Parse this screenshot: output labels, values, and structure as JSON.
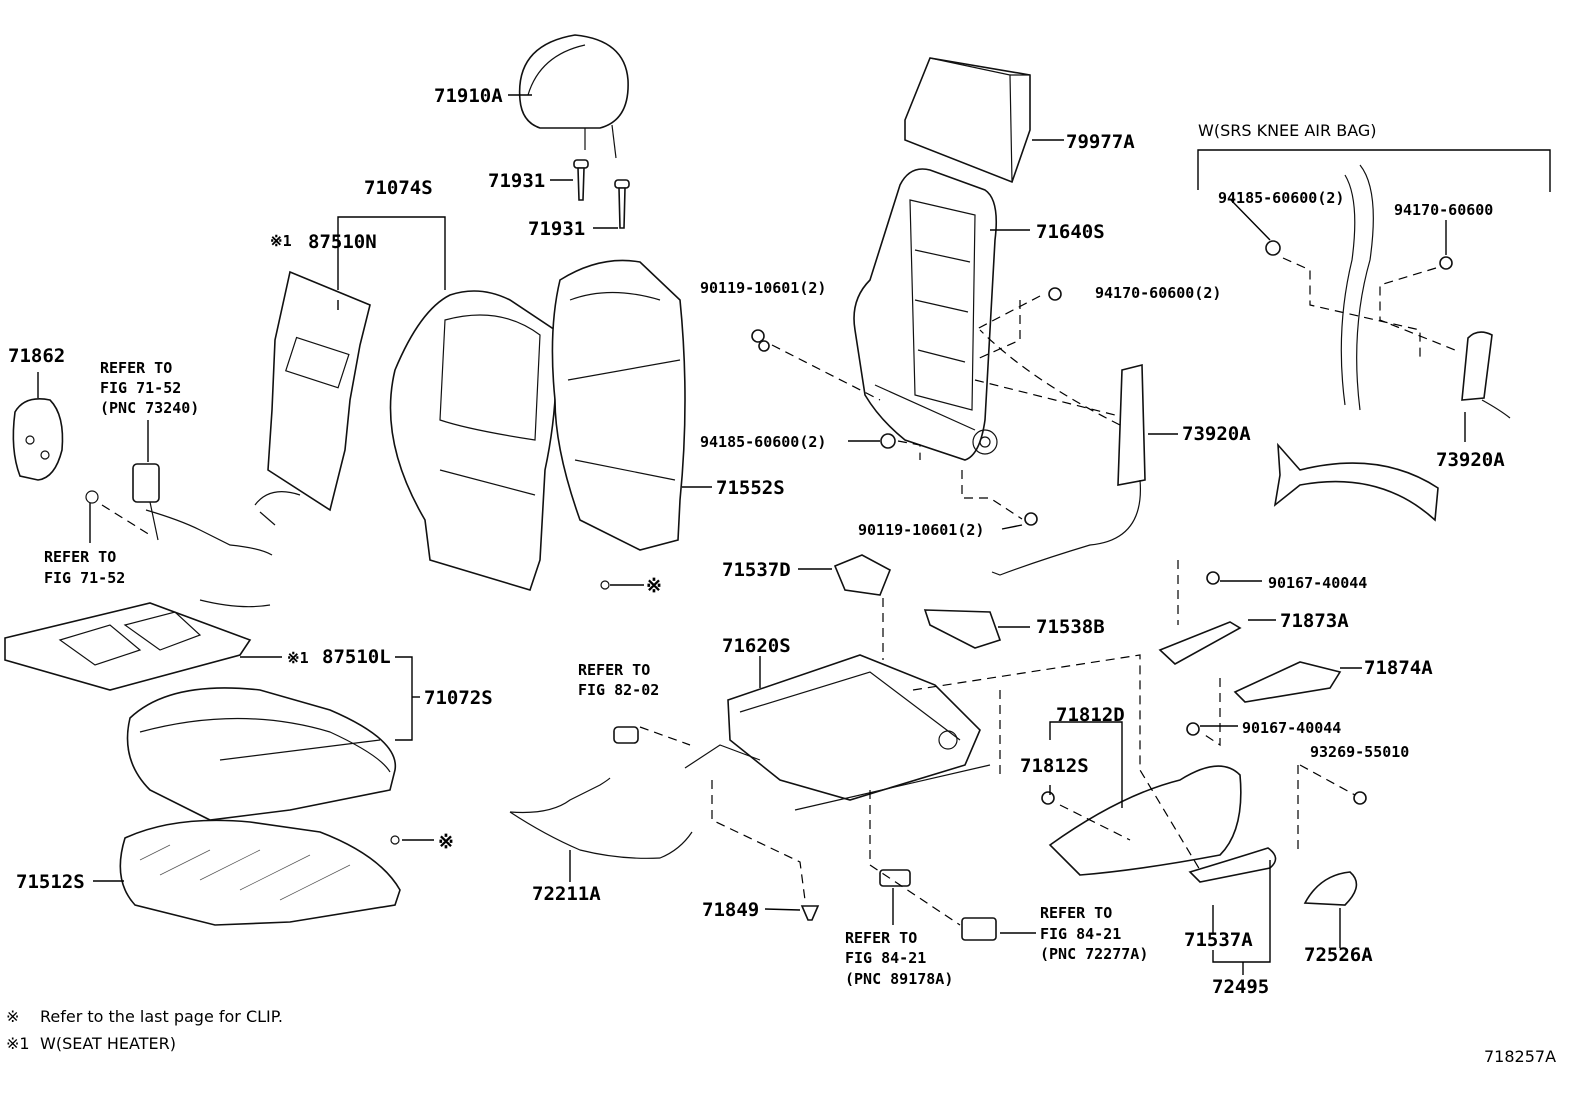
{
  "parts": {
    "p71910A": "71910A",
    "p79977A": "79977A",
    "p71931a": "71931",
    "p71931b": "71931",
    "p71074S": "71074S",
    "p87510N": "87510N",
    "p87510N_mark": "※1",
    "p71640S": "71640S",
    "p71862": "71862",
    "p90119a": "90119-10601(2)",
    "p94170a": "94170-60600(2)",
    "p94185a": "94185-60600(2)",
    "p73920A_main": "73920A",
    "p71552S": "71552S",
    "p90119b": "90119-10601(2)",
    "p71537D": "71537D",
    "p90167a": "90167-40044",
    "p71538B": "71538B",
    "p71873A": "71873A",
    "p71620S": "71620S",
    "p71874A": "71874A",
    "p87510L": "87510L",
    "p87510L_mark": "※1",
    "p71072S": "71072S",
    "p71812D": "71812D",
    "p71812S": "71812S",
    "p90167b": "90167-40044",
    "p93269": "93269-55010",
    "p71512S": "71512S",
    "p72211A": "72211A",
    "p71849": "71849",
    "p71537A": "71537A",
    "p72526A": "72526A",
    "p72495": "72495",
    "clip_mark_a": "※",
    "clip_mark_b": "※"
  },
  "refs": {
    "belt_ref": [
      "REFER TO",
      "FIG 71-52",
      "(PNC 73240)"
    ],
    "belt_ref2": [
      "REFER TO",
      "FIG 71-52"
    ],
    "fig82": [
      "REFER TO",
      "FIG 82-02"
    ],
    "fig84_left": [
      "REFER TO",
      "FIG 84-21",
      "(PNC 89178A)"
    ],
    "fig84_right": [
      "REFER TO",
      "FIG 84-21",
      "(PNC 72277A)"
    ]
  },
  "inset": {
    "title": "W(SRS KNEE AIR BAG)",
    "p94185": "94185-60600(2)",
    "p94170": "94170-60600",
    "p73920A": "73920A"
  },
  "footnotes": {
    "note1_mark": "※",
    "note1_text": "Refer to the last page for CLIP.",
    "note2_mark": "※1",
    "note2_text": "W(SEAT  HEATER)"
  },
  "figure_id": "718257A"
}
